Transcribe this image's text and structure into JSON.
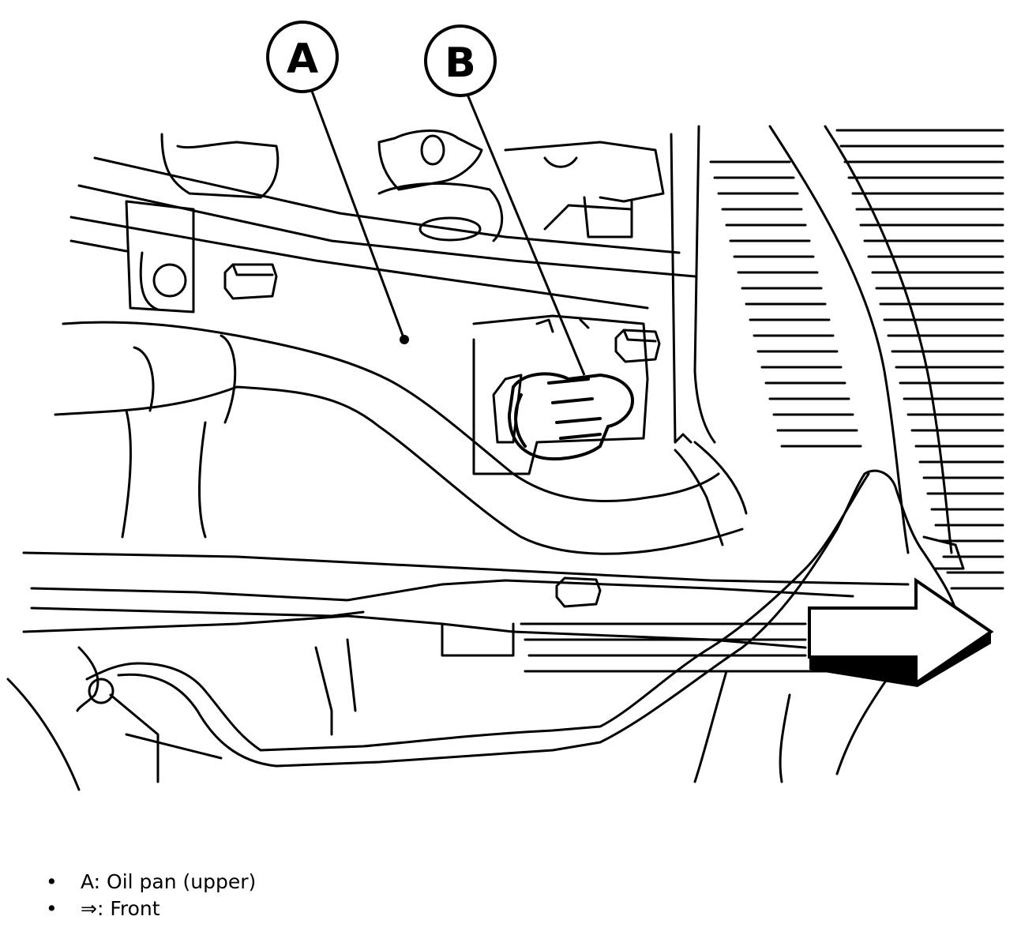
{
  "callouts": {
    "a": "A",
    "b": "B"
  },
  "legend": [
    "A: Oil pan (upper)",
    "⇒: Front"
  ],
  "icons": {
    "front_arrow": "front-arrow-icon"
  }
}
